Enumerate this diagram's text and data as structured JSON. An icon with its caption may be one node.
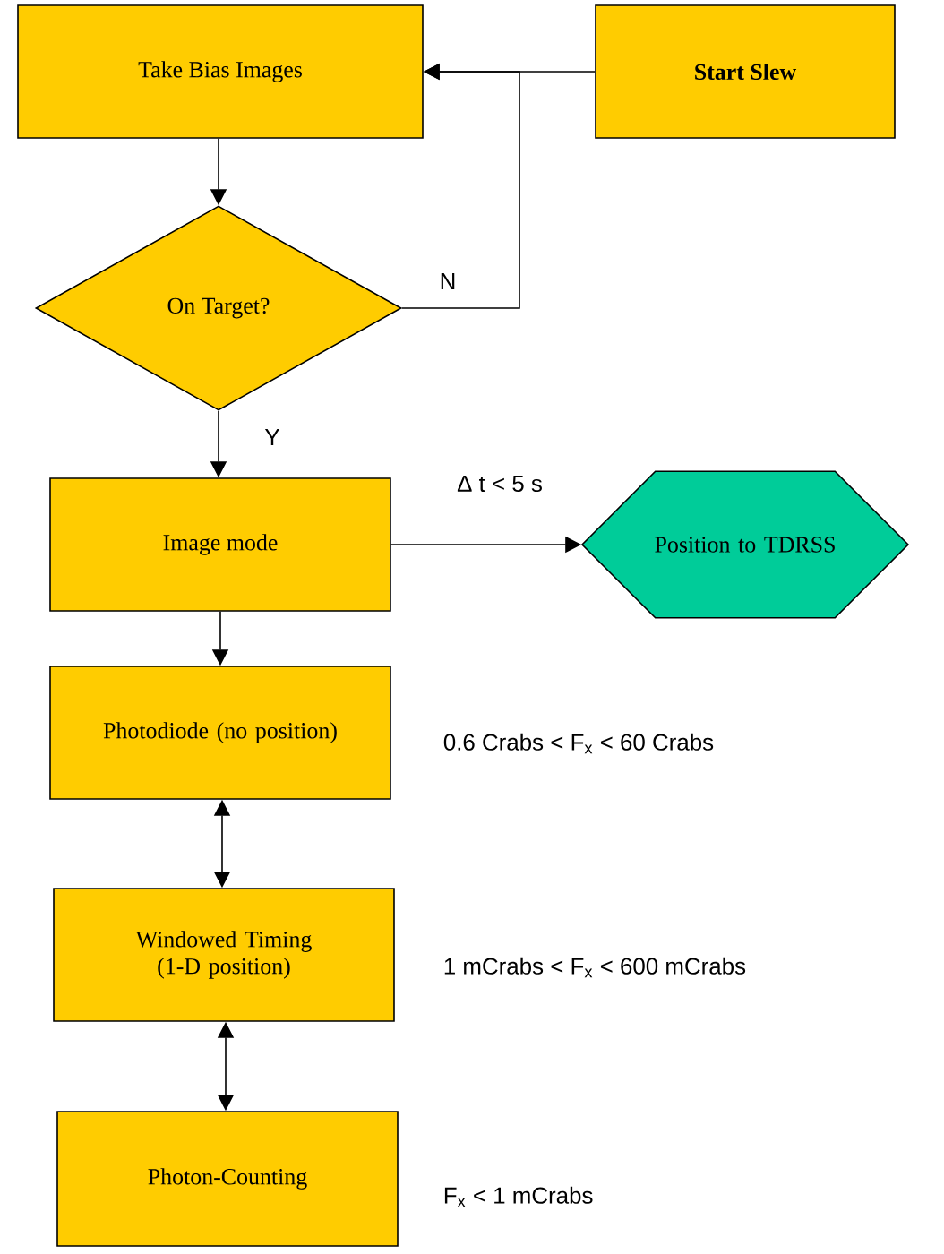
{
  "diagram": {
    "nodes": [
      {
        "text": [
          "Take Bias Images"
        ]
      },
      {
        "text": [
          "**Start Slew**"
        ]
      },
      {
        "text": [
          "On Target?"
        ]
      },
      {
        "text": [
          "Image mode"
        ]
      },
      {
        "text": [
          "Position to TDRSS"
        ]
      },
      {
        "text": [
          "Photodiode (no position)"
        ],
        "beside": [
          "0.6 Crabs < F$_{x}$ < 60 Crabs"
        ]
      },
      {
        "text": [
          "Windowed Timing (1-D position)"
        ],
        "beside": [
          "1 mCrabs < F$_{x}$ < 600 mCrabs"
        ]
      },
      {
        "text": [
          "Photon-Counting"
        ],
        "beside": [
          "F$_{x}$ < 1 mCrabs"
        ]
      }
    ],
    "edges": [
      {
        "from": 1,
        "to": 0,
        "arrow": "to"
      },
      {
        "from": 0,
        "to": 2,
        "arrow": "to"
      },
      {
        "from": 2,
        "to": 0,
        "arrow": "to",
        "label": "N"
      },
      {
        "from": 2,
        "to": 3,
        "arrow": "to",
        "label": "Y"
      },
      {
        "from": 3,
        "to": 4,
        "arrow": "to",
        "label": "Δ t < 5 s"
      },
      {
        "from": 3,
        "to": 5,
        "arrow": "to"
      },
      {
        "from": 5,
        "to": 6,
        "arrow": "both"
      },
      {
        "from": 6,
        "to": 7,
        "arrow": "both"
      }
    ]
  }
}
